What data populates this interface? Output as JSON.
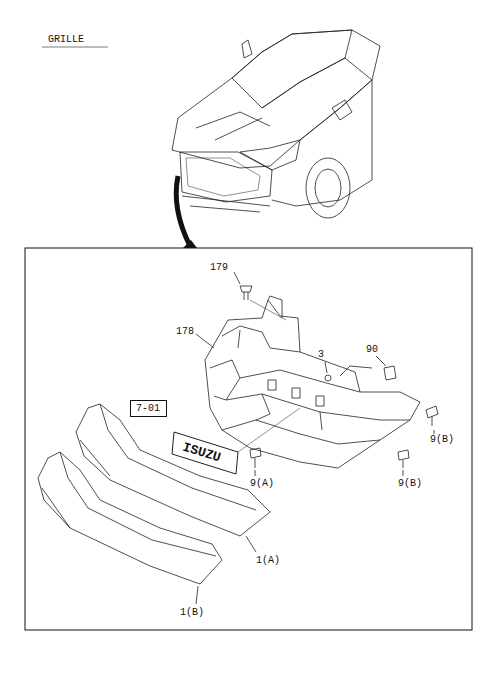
{
  "diagram": {
    "title": "GRILLE",
    "nodes": [
      {
        "text": [
          "7-01"
        ]
      }
    ],
    "labels": [
      "179",
      "178",
      "3",
      "90",
      "9(B)",
      "ISUZU",
      "9(A)",
      "9(B)",
      "1(A)",
      "1(B)"
    ]
  }
}
